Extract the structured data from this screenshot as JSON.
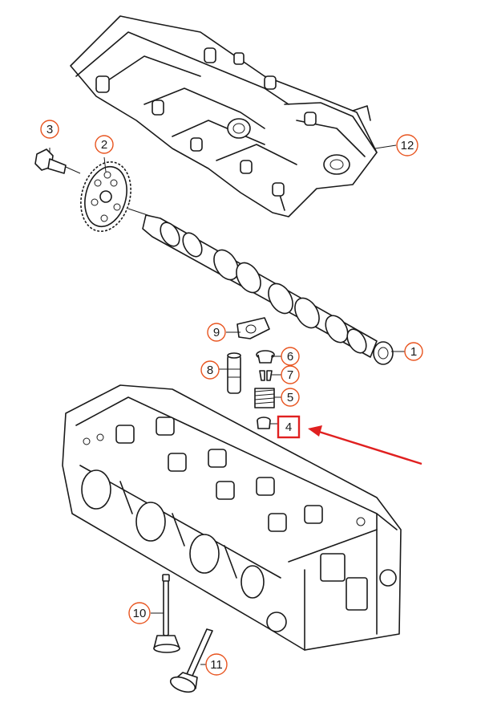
{
  "callouts": [
    {
      "label": "1",
      "part": "camshaft"
    },
    {
      "label": "2",
      "part": "camshaft-sprocket"
    },
    {
      "label": "3",
      "part": "bolt"
    },
    {
      "label": "4",
      "part": "valve-stem-seal",
      "highlighted": true
    },
    {
      "label": "5",
      "part": "valve-spring"
    },
    {
      "label": "6",
      "part": "valve-spring-retainer"
    },
    {
      "label": "7",
      "part": "valve-collets"
    },
    {
      "label": "8",
      "part": "hydraulic-lifter"
    },
    {
      "label": "9",
      "part": "roller-rocker-arm"
    },
    {
      "label": "10",
      "part": "intake-valve"
    },
    {
      "label": "11",
      "part": "exhaust-valve"
    },
    {
      "label": "12",
      "part": "camshaft-housing"
    }
  ],
  "colors": {
    "callout_circle": "#e8541f",
    "highlight_box": "#e02020",
    "pointer_arrow": "#e02020",
    "line_art": "#1a1a1a"
  }
}
